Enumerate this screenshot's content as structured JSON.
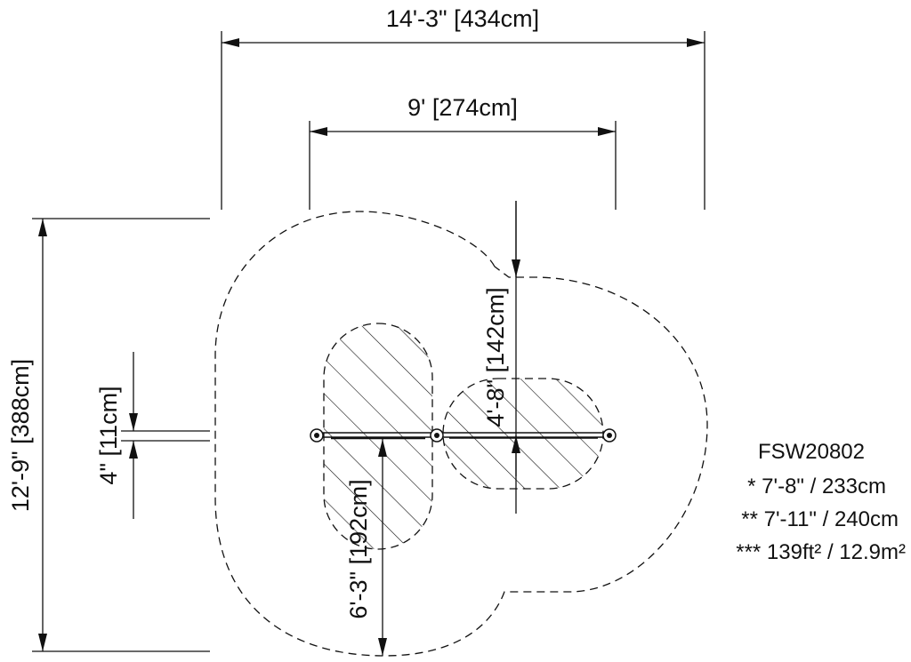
{
  "model": "FSW20802",
  "specs": {
    "line1": "* 7'-8\" / 233cm",
    "line2": "** 7'-11\" / 240cm",
    "line3": "*** 139ft² / 12.9m²"
  },
  "dimensions": {
    "overall_width": "14'-3\" [434cm]",
    "inner_width": "9' [274cm]",
    "overall_depth": "12'-9\" [388cm]",
    "small_gap": "4\" [11cm]",
    "right_offset": "4'-8\" [142cm]",
    "bottom_offset": "6'-3\" [192cm]"
  },
  "colors": {
    "line": "#111111",
    "background": "#ffffff"
  }
}
